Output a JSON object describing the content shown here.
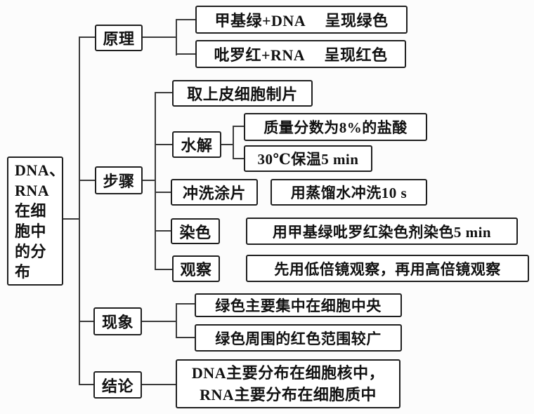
{
  "diagram": {
    "root_label": "DNA、\nRNA\n在细\n胞中\n的分\n布",
    "principle": {
      "label": "原理",
      "items": [
        "甲基绿+DNA　 呈现绿色",
        "吡罗红+RNA　 呈现红色"
      ]
    },
    "steps": {
      "label": "步骤",
      "step1": "取上皮细胞制片",
      "step2": {
        "label": "水解",
        "items": [
          "质量分数为8%的盐酸",
          "30℃保温5 min"
        ]
      },
      "step3": {
        "label": "冲洗涂片",
        "detail": "用蒸馏水冲洗10 s"
      },
      "step4": {
        "label": "染色",
        "detail": "用甲基绿吡罗红染色剂染色5 min"
      },
      "step5": {
        "label": "观察",
        "detail": "先用低倍镜观察，再用高倍镜观察"
      }
    },
    "phenomenon": {
      "label": "现象",
      "items": [
        "绿色主要集中在细胞中央",
        "绿色周围的红色范围较广"
      ]
    },
    "conclusion": {
      "label": "结论",
      "detail": "DNA主要分布在细胞核中，\nRNA主要分布在细胞质中"
    },
    "colors": {
      "border": "#1f1f1f",
      "line": "#3a3a3a",
      "background": "#fcfcfc",
      "text": "#111111"
    }
  }
}
